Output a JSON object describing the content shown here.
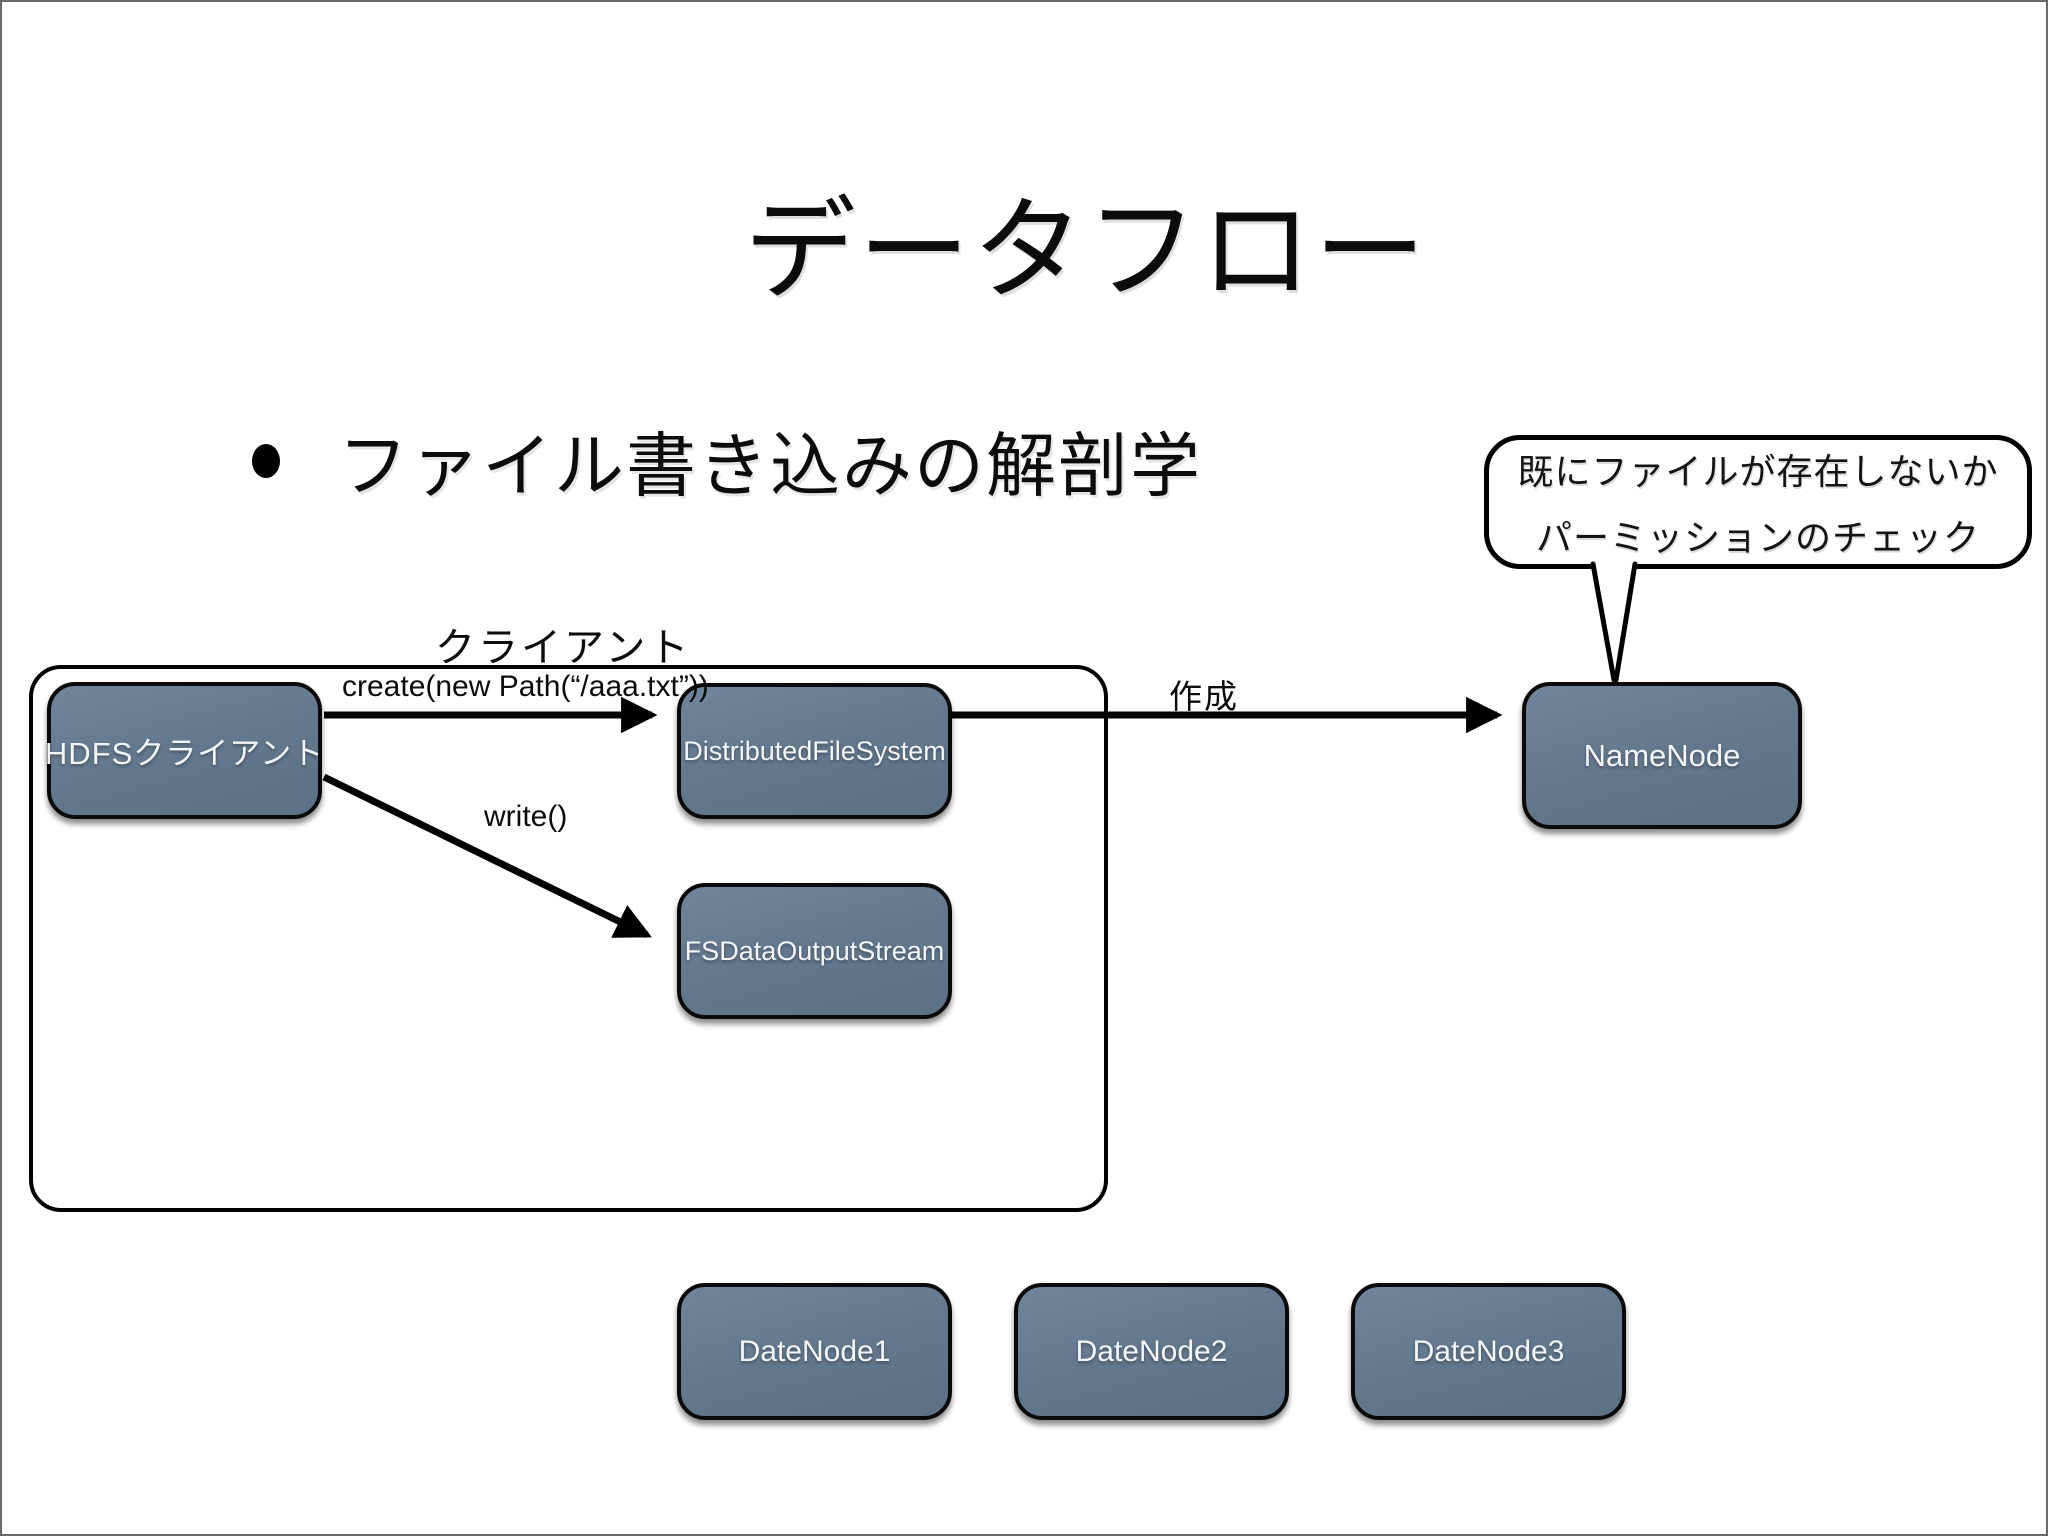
{
  "slide": {
    "title": "データフロー",
    "bullet": "ファイル書き込みの解剖学"
  },
  "callout": {
    "line1": "既にファイルが存在しないか",
    "line2": "パーミッションのチェック"
  },
  "group": {
    "label": "クライアント"
  },
  "nodes": {
    "hdfs_client": "HDFSクライアント",
    "distributed_file_system": "DistributedFileSystem",
    "fs_data_output_stream": "FSDataOutputStream",
    "namenode": "NameNode",
    "datanode1": "DateNode1",
    "datanode2": "DateNode2",
    "datanode3": "DateNode3"
  },
  "edges": {
    "create": "create(new Path(“/aaa.txt”))",
    "write": "write()",
    "create_namenode": "作成"
  },
  "colors": {
    "background": "#ffffff",
    "slide_frame": "#6b6b6b",
    "node_fill": "#64788d",
    "node_border": "#0a0a0a",
    "node_text": "#f3f6f8",
    "line_ink": "#000000"
  }
}
